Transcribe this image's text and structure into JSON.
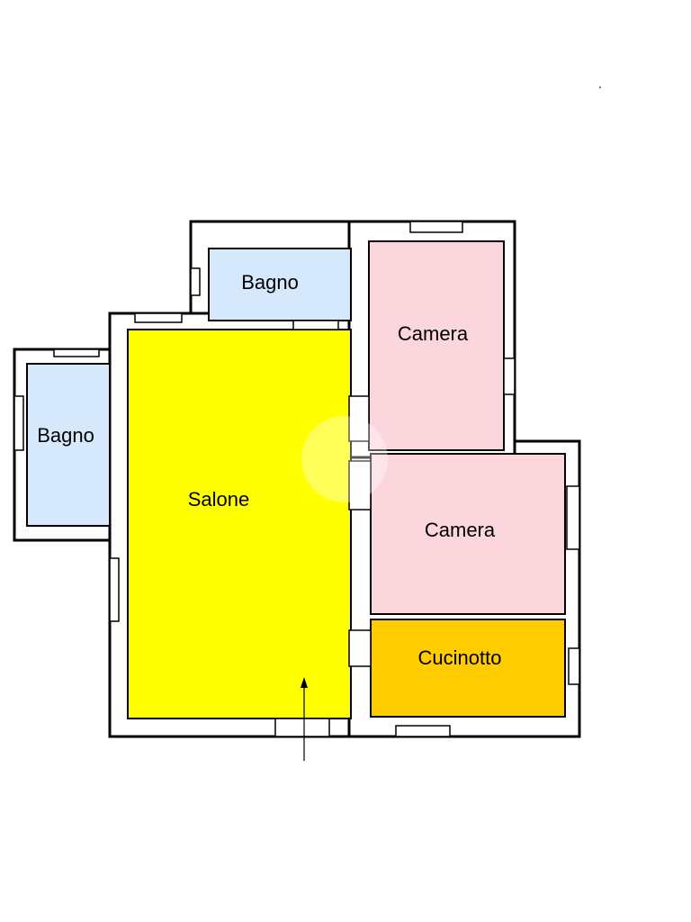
{
  "floorplan": {
    "rooms": [
      {
        "id": "bagno-top",
        "label": "Bagno",
        "color": "#d6e8fb"
      },
      {
        "id": "camera-top",
        "label": "Camera",
        "color": "#fcd6dd"
      },
      {
        "id": "bagno-left",
        "label": "Bagno",
        "color": "#d6e8fb"
      },
      {
        "id": "salone",
        "label": "Salone",
        "color": "#ffff00"
      },
      {
        "id": "camera-bottom",
        "label": "Camera",
        "color": "#fcd6dd"
      },
      {
        "id": "cucinotto",
        "label": "Cucinotto",
        "color": "#ffcc00"
      }
    ],
    "wall_color": "#000000",
    "entrance_marker": "entrance-arrow-icon"
  }
}
